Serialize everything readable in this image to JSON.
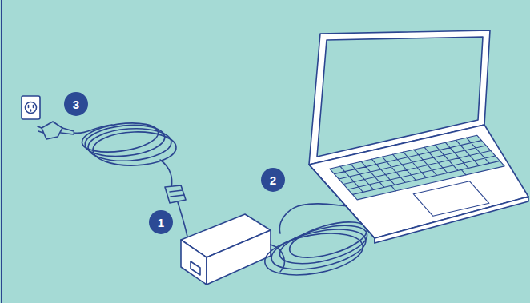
{
  "diagram": {
    "nodes": [
      {
        "text": [
          "3"
        ]
      },
      {
        "text": [
          "2"
        ]
      },
      {
        "text": [
          "1"
        ]
      }
    ]
  }
}
